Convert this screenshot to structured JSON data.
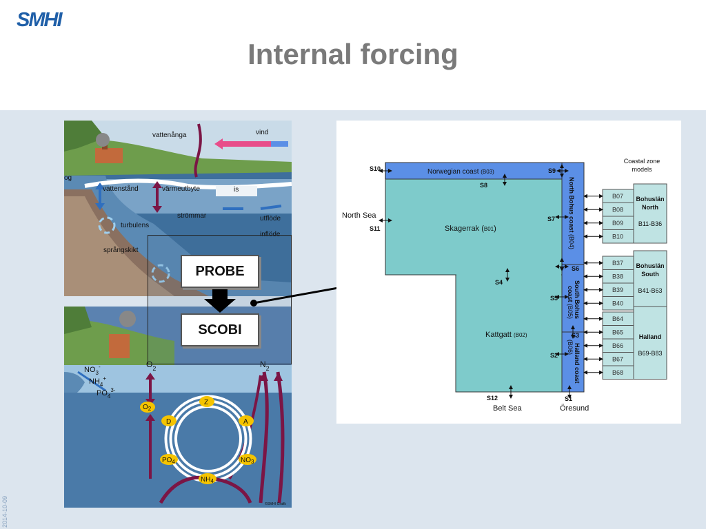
{
  "logo": {
    "text": "SMHI",
    "color": "#1f5fa8"
  },
  "slide": {
    "title": "Internal forcing",
    "date": "2014-10-09"
  },
  "top_illustration": {
    "labels": {
      "vattenanga": "vattenånga",
      "vind": "vind",
      "og": "og",
      "vattenstand": "vattenstånd",
      "varmeutbyte": "värmeutbyte",
      "is": "is",
      "turbulens": "turbulens",
      "strommar": "strömmar",
      "utflode": "utflöde",
      "inflode": "inflöde",
      "sprangskikt": "språngskikt"
    }
  },
  "bottom_illustration": {
    "labels": {
      "no3": "NO",
      "no3_sub": "3",
      "no3_sup": "-",
      "nh4": "NH",
      "nh4_sub": "4",
      "nh4_sup": "+",
      "po4": "PO",
      "po4_sub": "4",
      "po4_sup": "3-",
      "o2_top": "O",
      "o2_top_sub": "2",
      "n2_top": "N",
      "n2_top_sub": "2",
      "o2_cycle": "O",
      "o2_cycle_sub": "2",
      "z": "Z",
      "d": "D",
      "a": "A",
      "po4_cycle": "PO",
      "po4_cycle_sub": "4",
      "no3_cycle": "NO",
      "no3_cycle_sub": "3",
      "nh4_cycle": "NH",
      "nh4_cycle_sub": "4",
      "credit": "©SMHI Grafik"
    }
  },
  "models": {
    "probe": "PROBE",
    "scobi": "SCOBI"
  },
  "basin_diagram": {
    "coastal_title_1": "Coastal zone",
    "coastal_title_2": "models",
    "norwegian_coast": "Norwegian coast",
    "norwegian_coast_code": "(B03)",
    "skagerrak": "Skagerrak (",
    "skagerrak_code": "B01",
    "skagerrak_close": ")",
    "kattegatt": "Kattgatt",
    "kattegatt_code": "(B02)",
    "north_bohus": "North Bohus coast",
    "north_bohus_code": "(B04)",
    "south_bohus": "South Bohus",
    "south_bohus_2": "coast",
    "south_bohus_code": "(B05)",
    "halland_coast": "Halland coast",
    "halland_code": "(B06)",
    "north_sea": "North Sea",
    "belt_sea": "Belt Sea",
    "oresund": "Öresund",
    "sections": [
      "S10",
      "S9",
      "S8",
      "S7",
      "S11",
      "S6",
      "S4",
      "S5",
      "S3",
      "S2",
      "S12",
      "S1"
    ],
    "groups": [
      {
        "name_1": "Bohuslän",
        "name_2": "North",
        "range": "B11-B36",
        "boxes": [
          "B07",
          "B08",
          "B09",
          "B10"
        ]
      },
      {
        "name_1": "Bohuslän",
        "name_2": "South",
        "range": "B41-B63",
        "boxes": [
          "B37",
          "B38",
          "B39",
          "B40"
        ]
      },
      {
        "name_1": "Halland",
        "name_2": "",
        "range": "B69-B83",
        "boxes": [
          "B64",
          "B65",
          "B66",
          "B67",
          "B68"
        ]
      }
    ]
  },
  "colors": {
    "title_gray": "#7a7a7a",
    "band": "#dce5ee",
    "basin_fill": "#7ecbcb",
    "coast_fill": "#5b8fe6",
    "model_fill": "#bfe3e3",
    "arrow_maroon": "#7b1545",
    "arrow_blue": "#2f6fbf"
  }
}
